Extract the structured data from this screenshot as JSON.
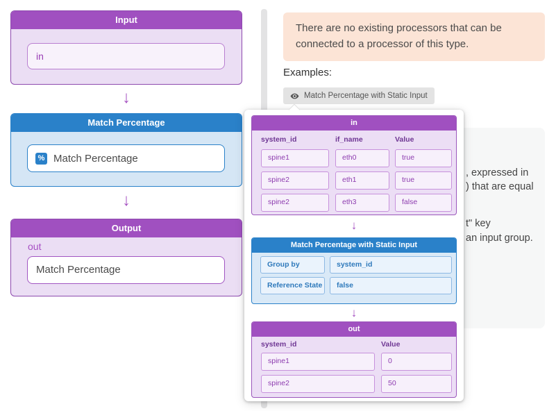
{
  "flow": {
    "input": {
      "title": "Input",
      "field_value": "in"
    },
    "processor": {
      "title": "Match Percentage",
      "item_label": "Match Percentage",
      "icon": "percentage-icon",
      "icon_glyph": "%"
    },
    "output": {
      "title": "Output",
      "port_label": "out",
      "field_value": "Match Percentage"
    },
    "arrow_glyph": "↓"
  },
  "panel": {
    "notice_text": "There are no existing processors that can be connected to a processor of this type.",
    "examples_label": "Examples:",
    "example_button_label": "Match Percentage with Static Input",
    "doc_fragments": {
      "line1": ", expressed in",
      "line2": ") that are equal",
      "line3": "t\" key",
      "line4": "an input group."
    }
  },
  "popup": {
    "in_table": {
      "title": "in",
      "columns": [
        "system_id",
        "if_name",
        "Value"
      ],
      "rows": [
        [
          "spine1",
          "eth0",
          "true"
        ],
        [
          "spine2",
          "eth1",
          "true"
        ],
        [
          "spine2",
          "eth3",
          "false"
        ]
      ]
    },
    "processor": {
      "title": "Match Percentage with Static Input",
      "properties": [
        [
          "Group by",
          "system_id"
        ],
        [
          "Reference State",
          "false"
        ]
      ]
    },
    "out_table": {
      "title": "out",
      "columns": [
        "system_id",
        "Value"
      ],
      "rows": [
        [
          "spine1",
          "0"
        ],
        [
          "spine2",
          "50"
        ]
      ]
    },
    "arrow_glyph": "↓"
  },
  "colors": {
    "purple_header": "#a050c0",
    "purple_body": "#ebdef4",
    "blue_header": "#2a81c9",
    "blue_body": "#d5e6f5",
    "notice_bg": "#fce4d6",
    "doc_panel_bg": "#f6f7f7"
  }
}
